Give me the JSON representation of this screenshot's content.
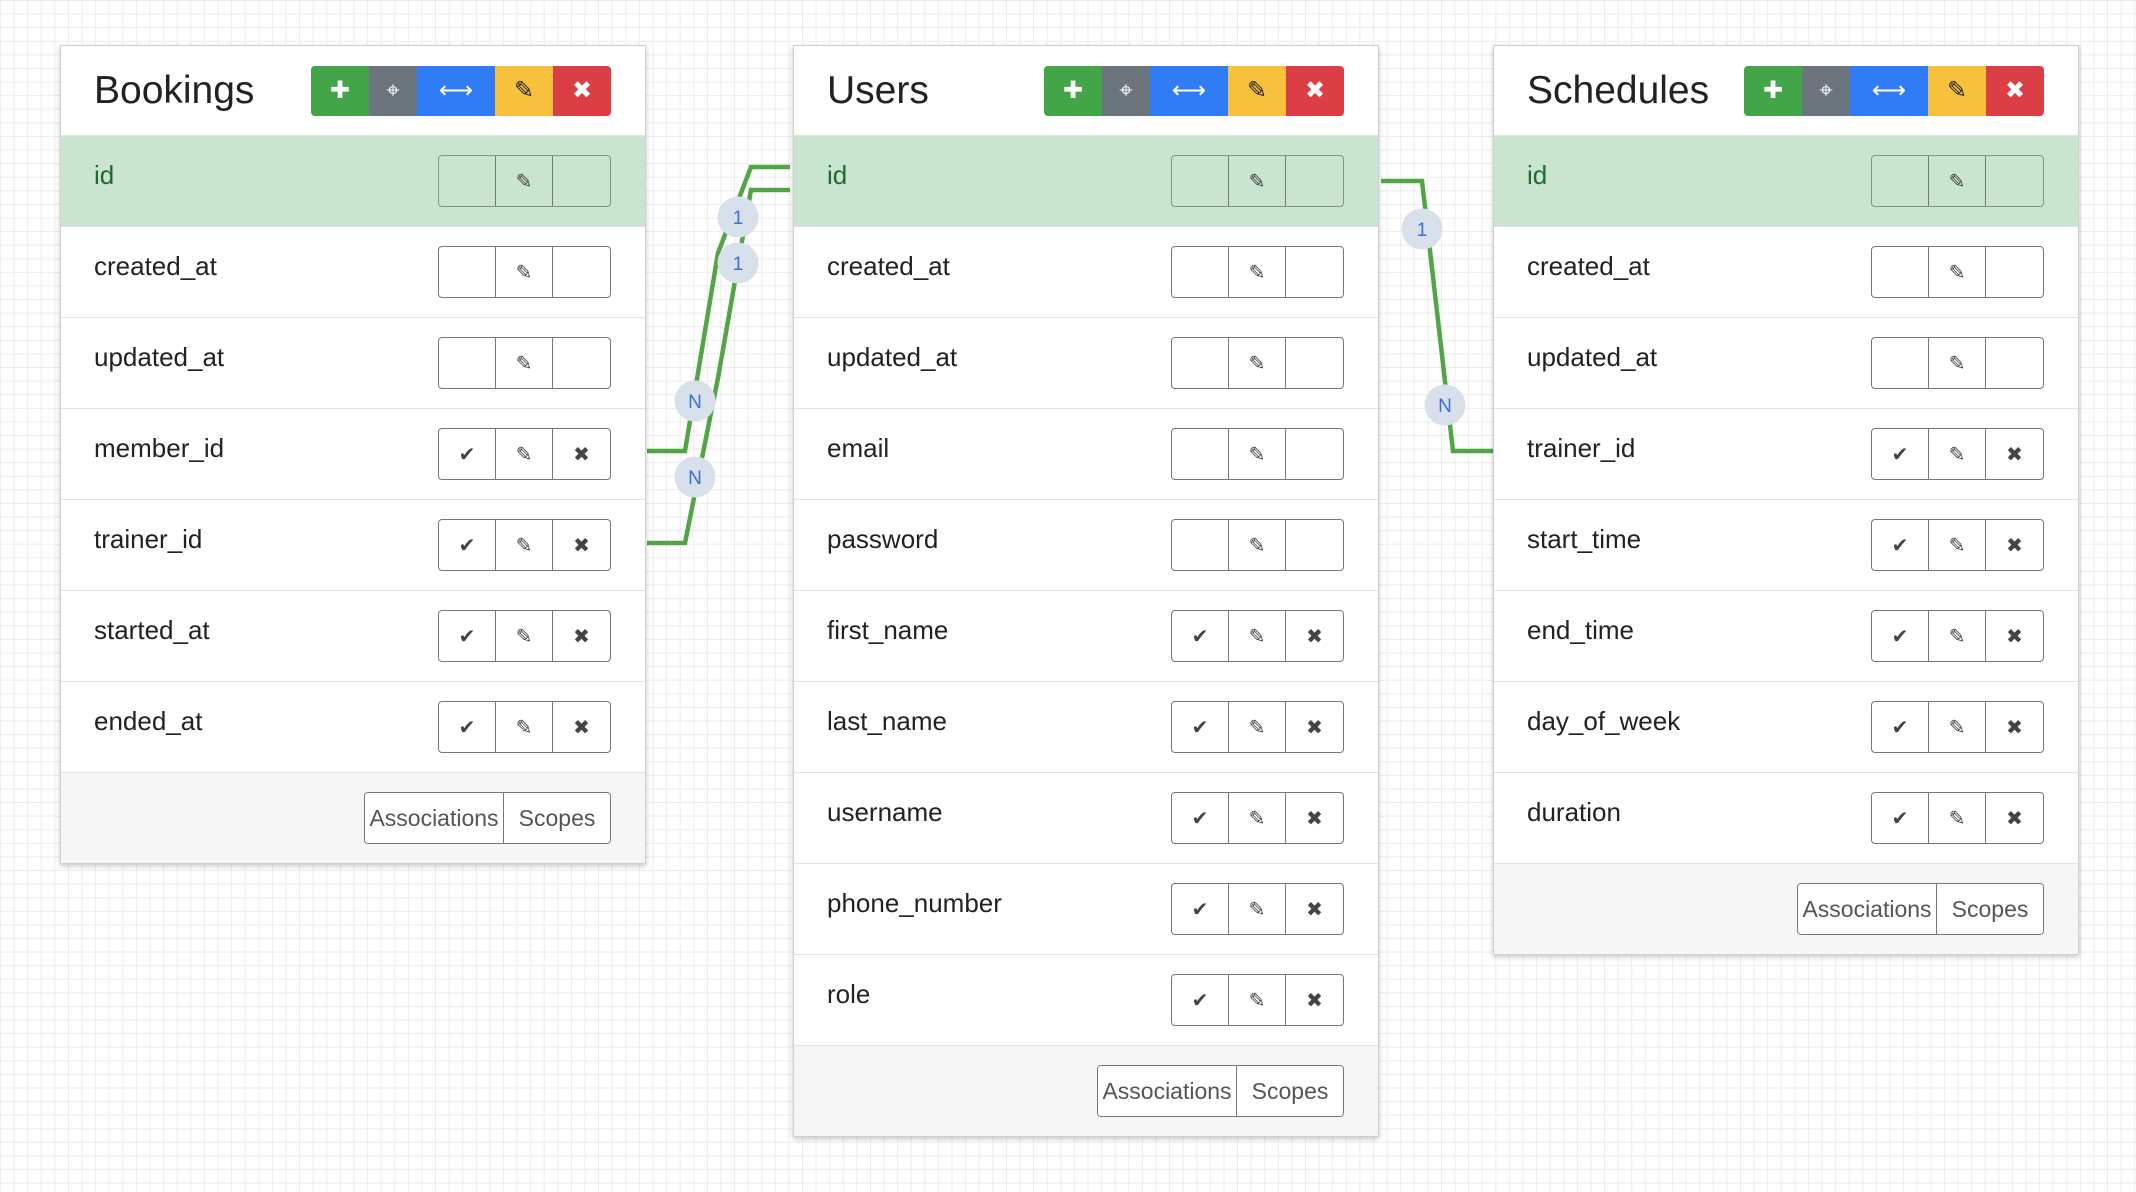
{
  "models": [
    {
      "title": "Bookings",
      "fields": [
        {
          "name": "id",
          "primary": true
        },
        {
          "name": "created_at"
        },
        {
          "name": "updated_at"
        },
        {
          "name": "member_id",
          "editable": true
        },
        {
          "name": "trainer_id",
          "editable": true
        },
        {
          "name": "started_at",
          "editable": true
        },
        {
          "name": "ended_at",
          "editable": true
        }
      ]
    },
    {
      "title": "Users",
      "fields": [
        {
          "name": "id",
          "primary": true
        },
        {
          "name": "created_at"
        },
        {
          "name": "updated_at"
        },
        {
          "name": "email"
        },
        {
          "name": "password"
        },
        {
          "name": "first_name",
          "editable": true
        },
        {
          "name": "last_name",
          "editable": true
        },
        {
          "name": "username",
          "editable": true
        },
        {
          "name": "phone_number",
          "editable": true
        },
        {
          "name": "role",
          "editable": true
        }
      ]
    },
    {
      "title": "Schedules",
      "fields": [
        {
          "name": "id",
          "primary": true
        },
        {
          "name": "created_at"
        },
        {
          "name": "updated_at"
        },
        {
          "name": "trainer_id",
          "editable": true
        },
        {
          "name": "start_time",
          "editable": true
        },
        {
          "name": "end_time",
          "editable": true
        },
        {
          "name": "day_of_week",
          "editable": true
        },
        {
          "name": "duration",
          "editable": true
        }
      ]
    }
  ],
  "footer": {
    "associations_label": "Associations",
    "scopes_label": "Scopes"
  },
  "toolbar_icons": [
    "plus-icon",
    "move-icon",
    "resize-horizontal-icon",
    "pencil-icon",
    "close-icon"
  ],
  "field_icons": {
    "confirm": "check-icon",
    "edit": "pencil-icon",
    "remove": "close-icon"
  },
  "relations": [
    {
      "from": "Bookings.member_id",
      "to": "Users.id",
      "from_label": "N",
      "to_label": "1"
    },
    {
      "from": "Bookings.trainer_id",
      "to": "Users.id",
      "from_label": "N",
      "to_label": "1"
    },
    {
      "from": "Schedules.trainer_id",
      "to": "Users.id",
      "from_label": "N",
      "to_label": "1"
    }
  ],
  "colors": {
    "add": "#42a548",
    "move": "#6c757d",
    "resize": "#2f7cf6",
    "edit": "#f7c13e",
    "delete": "#dc3e46",
    "primary_row": "#c9e5cf",
    "link": "#52a447"
  }
}
